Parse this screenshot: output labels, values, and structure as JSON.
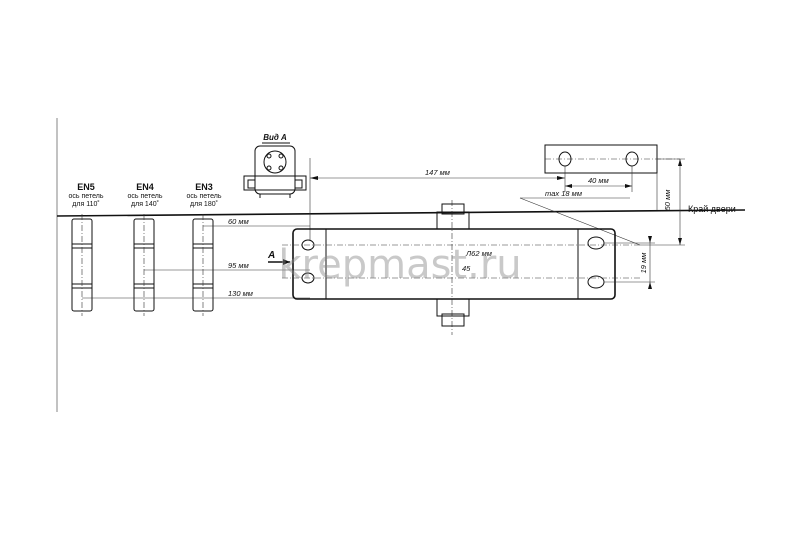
{
  "hinge_models": [
    {
      "model": "EN5",
      "line1": "ось петель",
      "line2": "для 110˚"
    },
    {
      "model": "EN4",
      "line1": "ось петель",
      "line2": "для 140˚"
    },
    {
      "model": "EN3",
      "line1": "ось петель",
      "line2": "для 180˚"
    }
  ],
  "view_label": "Вид А",
  "view_marker": "A",
  "door_edge_label": "Край двери",
  "dimensions": {
    "d147": "147 мм",
    "d40": "40 мм",
    "dmax18": "max 18 мм",
    "d50": "50 мм",
    "d60": "60 мм",
    "d95": "95 мм",
    "d130": "130 мм",
    "d62": "Л62 мм",
    "d45": "45",
    "d19": "19 мм"
  },
  "watermark": "krepmast.ru"
}
